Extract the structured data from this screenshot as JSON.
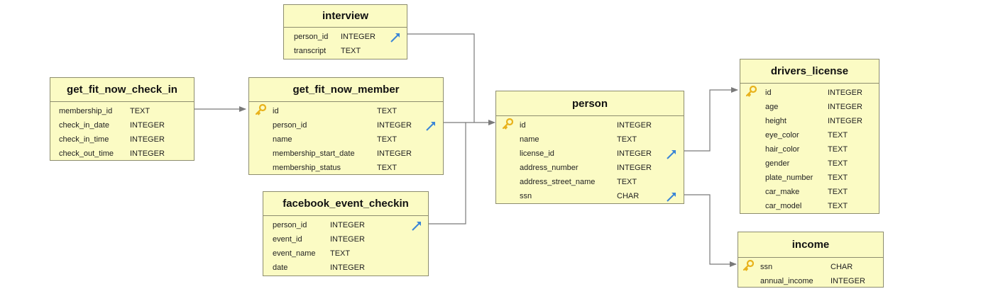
{
  "tables": {
    "interview": {
      "name": "interview",
      "columns": [
        {
          "name": "person_id",
          "type": "INTEGER",
          "pk": false,
          "fk": true
        },
        {
          "name": "transcript",
          "type": "TEXT",
          "pk": false,
          "fk": false
        }
      ]
    },
    "get_fit_now_check_in": {
      "name": "get_fit_now_check_in",
      "columns": [
        {
          "name": "membership_id",
          "type": "TEXT",
          "pk": false,
          "fk": false
        },
        {
          "name": "check_in_date",
          "type": "INTEGER",
          "pk": false,
          "fk": false
        },
        {
          "name": "check_in_time",
          "type": "INTEGER",
          "pk": false,
          "fk": false
        },
        {
          "name": "check_out_time",
          "type": "INTEGER",
          "pk": false,
          "fk": false
        }
      ]
    },
    "get_fit_now_member": {
      "name": "get_fit_now_member",
      "columns": [
        {
          "name": "id",
          "type": "TEXT",
          "pk": true,
          "fk": false
        },
        {
          "name": "person_id",
          "type": "INTEGER",
          "pk": false,
          "fk": true
        },
        {
          "name": "name",
          "type": "TEXT",
          "pk": false,
          "fk": false
        },
        {
          "name": "membership_start_date",
          "type": "INTEGER",
          "pk": false,
          "fk": false
        },
        {
          "name": "membership_status",
          "type": "TEXT",
          "pk": false,
          "fk": false
        }
      ]
    },
    "facebook_event_checkin": {
      "name": "facebook_event_checkin",
      "columns": [
        {
          "name": "person_id",
          "type": "INTEGER",
          "pk": false,
          "fk": true
        },
        {
          "name": "event_id",
          "type": "INTEGER",
          "pk": false,
          "fk": false
        },
        {
          "name": "event_name",
          "type": "TEXT",
          "pk": false,
          "fk": false
        },
        {
          "name": "date",
          "type": "INTEGER",
          "pk": false,
          "fk": false
        }
      ]
    },
    "person": {
      "name": "person",
      "columns": [
        {
          "name": "id",
          "type": "INTEGER",
          "pk": true,
          "fk": false
        },
        {
          "name": "name",
          "type": "TEXT",
          "pk": false,
          "fk": false
        },
        {
          "name": "license_id",
          "type": "INTEGER",
          "pk": false,
          "fk": true
        },
        {
          "name": "address_number",
          "type": "INTEGER",
          "pk": false,
          "fk": false
        },
        {
          "name": "address_street_name",
          "type": "TEXT",
          "pk": false,
          "fk": false
        },
        {
          "name": "ssn",
          "type": "CHAR",
          "pk": false,
          "fk": true
        }
      ]
    },
    "drivers_license": {
      "name": "drivers_license",
      "columns": [
        {
          "name": "id",
          "type": "INTEGER",
          "pk": true,
          "fk": false
        },
        {
          "name": "age",
          "type": "INTEGER",
          "pk": false,
          "fk": false
        },
        {
          "name": "height",
          "type": "INTEGER",
          "pk": false,
          "fk": false
        },
        {
          "name": "eye_color",
          "type": "TEXT",
          "pk": false,
          "fk": false
        },
        {
          "name": "hair_color",
          "type": "TEXT",
          "pk": false,
          "fk": false
        },
        {
          "name": "gender",
          "type": "TEXT",
          "pk": false,
          "fk": false
        },
        {
          "name": "plate_number",
          "type": "TEXT",
          "pk": false,
          "fk": false
        },
        {
          "name": "car_make",
          "type": "TEXT",
          "pk": false,
          "fk": false
        },
        {
          "name": "car_model",
          "type": "TEXT",
          "pk": false,
          "fk": false
        }
      ]
    },
    "income": {
      "name": "income",
      "columns": [
        {
          "name": "ssn",
          "type": "CHAR",
          "pk": true,
          "fk": false
        },
        {
          "name": "annual_income",
          "type": "INTEGER",
          "pk": false,
          "fk": false
        }
      ]
    }
  },
  "relationships": [
    {
      "from": "get_fit_now_check_in.membership_id",
      "to": "get_fit_now_member.id"
    },
    {
      "from": "interview.person_id",
      "to": "person.id"
    },
    {
      "from": "get_fit_now_member.person_id",
      "to": "person.id"
    },
    {
      "from": "facebook_event_checkin.person_id",
      "to": "person.id"
    },
    {
      "from": "person.license_id",
      "to": "drivers_license.id"
    },
    {
      "from": "person.ssn",
      "to": "income.ssn"
    }
  ],
  "colors": {
    "table_fill": "#fbfbc4",
    "table_border": "#8d8d6e",
    "connector": "#7a7a7a",
    "key_icon": "#e8b21c",
    "fk_arrow": "#3b86d6"
  }
}
